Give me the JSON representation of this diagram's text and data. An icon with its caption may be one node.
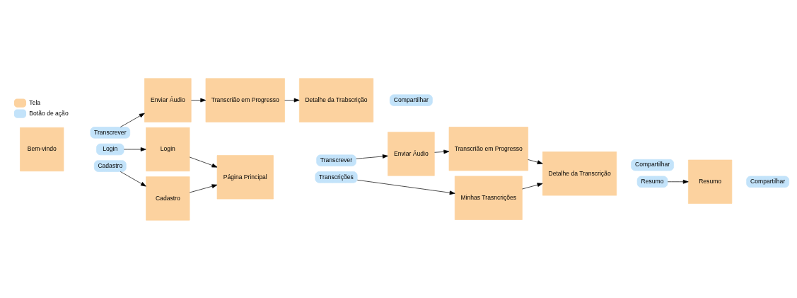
{
  "diagram": {
    "nodes": [
      {
        "text": [
          "Bem-vindo"
        ]
      },
      {
        "text": [
          "Transcrever"
        ]
      },
      {
        "text": [
          "Login"
        ]
      },
      {
        "text": [
          "Cadastro"
        ]
      },
      {
        "text": [
          "Enviar Áudio"
        ]
      },
      {
        "text": [
          "Transcrião em Progresso"
        ]
      },
      {
        "text": [
          "Detalhe da Trabscrição"
        ]
      },
      {
        "text": [
          "Compartilhar"
        ]
      },
      {
        "text": [
          "Login"
        ]
      },
      {
        "text": [
          "Página Principal"
        ]
      },
      {
        "text": [
          "Transcrever"
        ]
      },
      {
        "text": [
          "Transcrições"
        ]
      },
      {
        "text": [
          "Cadastro"
        ]
      },
      {
        "text": [
          "Enviar Áudio"
        ]
      },
      {
        "text": [
          "Transcrião em Progresso"
        ]
      },
      {
        "text": [
          "Minhas Trasncrições"
        ]
      },
      {
        "text": [
          "Detalhe da Transcrição"
        ]
      },
      {
        "text": [
          "Compartilhar"
        ]
      },
      {
        "text": [
          "Resumo"
        ]
      },
      {
        "text": [
          "Resumo"
        ]
      },
      {
        "text": [
          "Compartilhar"
        ]
      }
    ],
    "edges": [
      {
        "from": 1,
        "to": 4,
        "arrow": "to"
      },
      {
        "from": 4,
        "to": 5,
        "arrow": "to"
      },
      {
        "from": 5,
        "to": 6,
        "arrow": "to"
      },
      {
        "from": 2,
        "to": 8,
        "arrow": "to"
      },
      {
        "from": 8,
        "to": 9,
        "arrow": "to"
      },
      {
        "from": 3,
        "to": 12,
        "arrow": "to"
      },
      {
        "from": 12,
        "to": 9,
        "arrow": "to"
      },
      {
        "from": 10,
        "to": 13,
        "arrow": "to"
      },
      {
        "from": 13,
        "to": 14,
        "arrow": "to"
      },
      {
        "from": 14,
        "to": 16,
        "arrow": "to"
      },
      {
        "from": 11,
        "to": 15,
        "arrow": "to"
      },
      {
        "from": 15,
        "to": 16,
        "arrow": "to"
      },
      {
        "from": 18,
        "to": 19,
        "arrow": "to"
      }
    ],
    "legend": [
      {
        "text": "Tela",
        "color": "#fcd29f"
      },
      {
        "text": "Botão de ação",
        "color": "#c3e3fa"
      }
    ]
  }
}
